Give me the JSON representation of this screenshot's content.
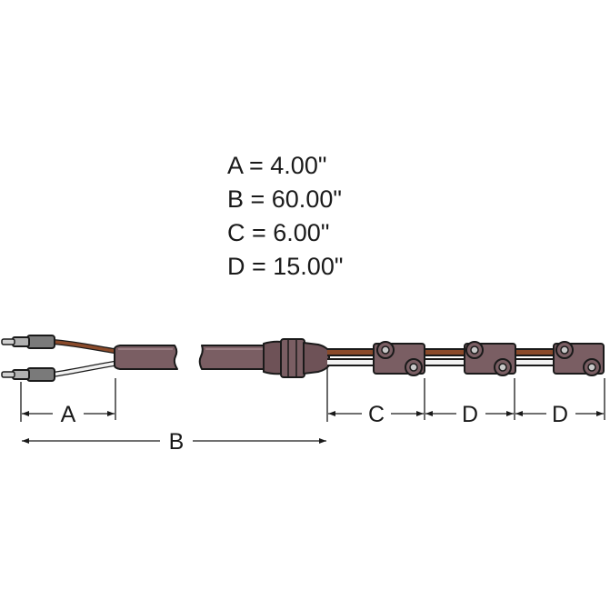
{
  "specs": [
    {
      "key": "A",
      "text": "A = 4.00\""
    },
    {
      "key": "B",
      "text": "B = 60.00\""
    },
    {
      "key": "C",
      "text": "C = 6.00\""
    },
    {
      "key": "D",
      "text": "D = 15.00\""
    }
  ],
  "dimensions": {
    "a": "A",
    "b": "B",
    "c": "C",
    "d1": "D",
    "d2": "D"
  },
  "colors": {
    "jacket": "#7a5e63",
    "jacket_dark": "#5e4449",
    "wire_brown": "#8a4a2a",
    "wire_white": "#f2f2f2",
    "outline": "#1a1a1a",
    "pin": "#9a9a9a"
  }
}
